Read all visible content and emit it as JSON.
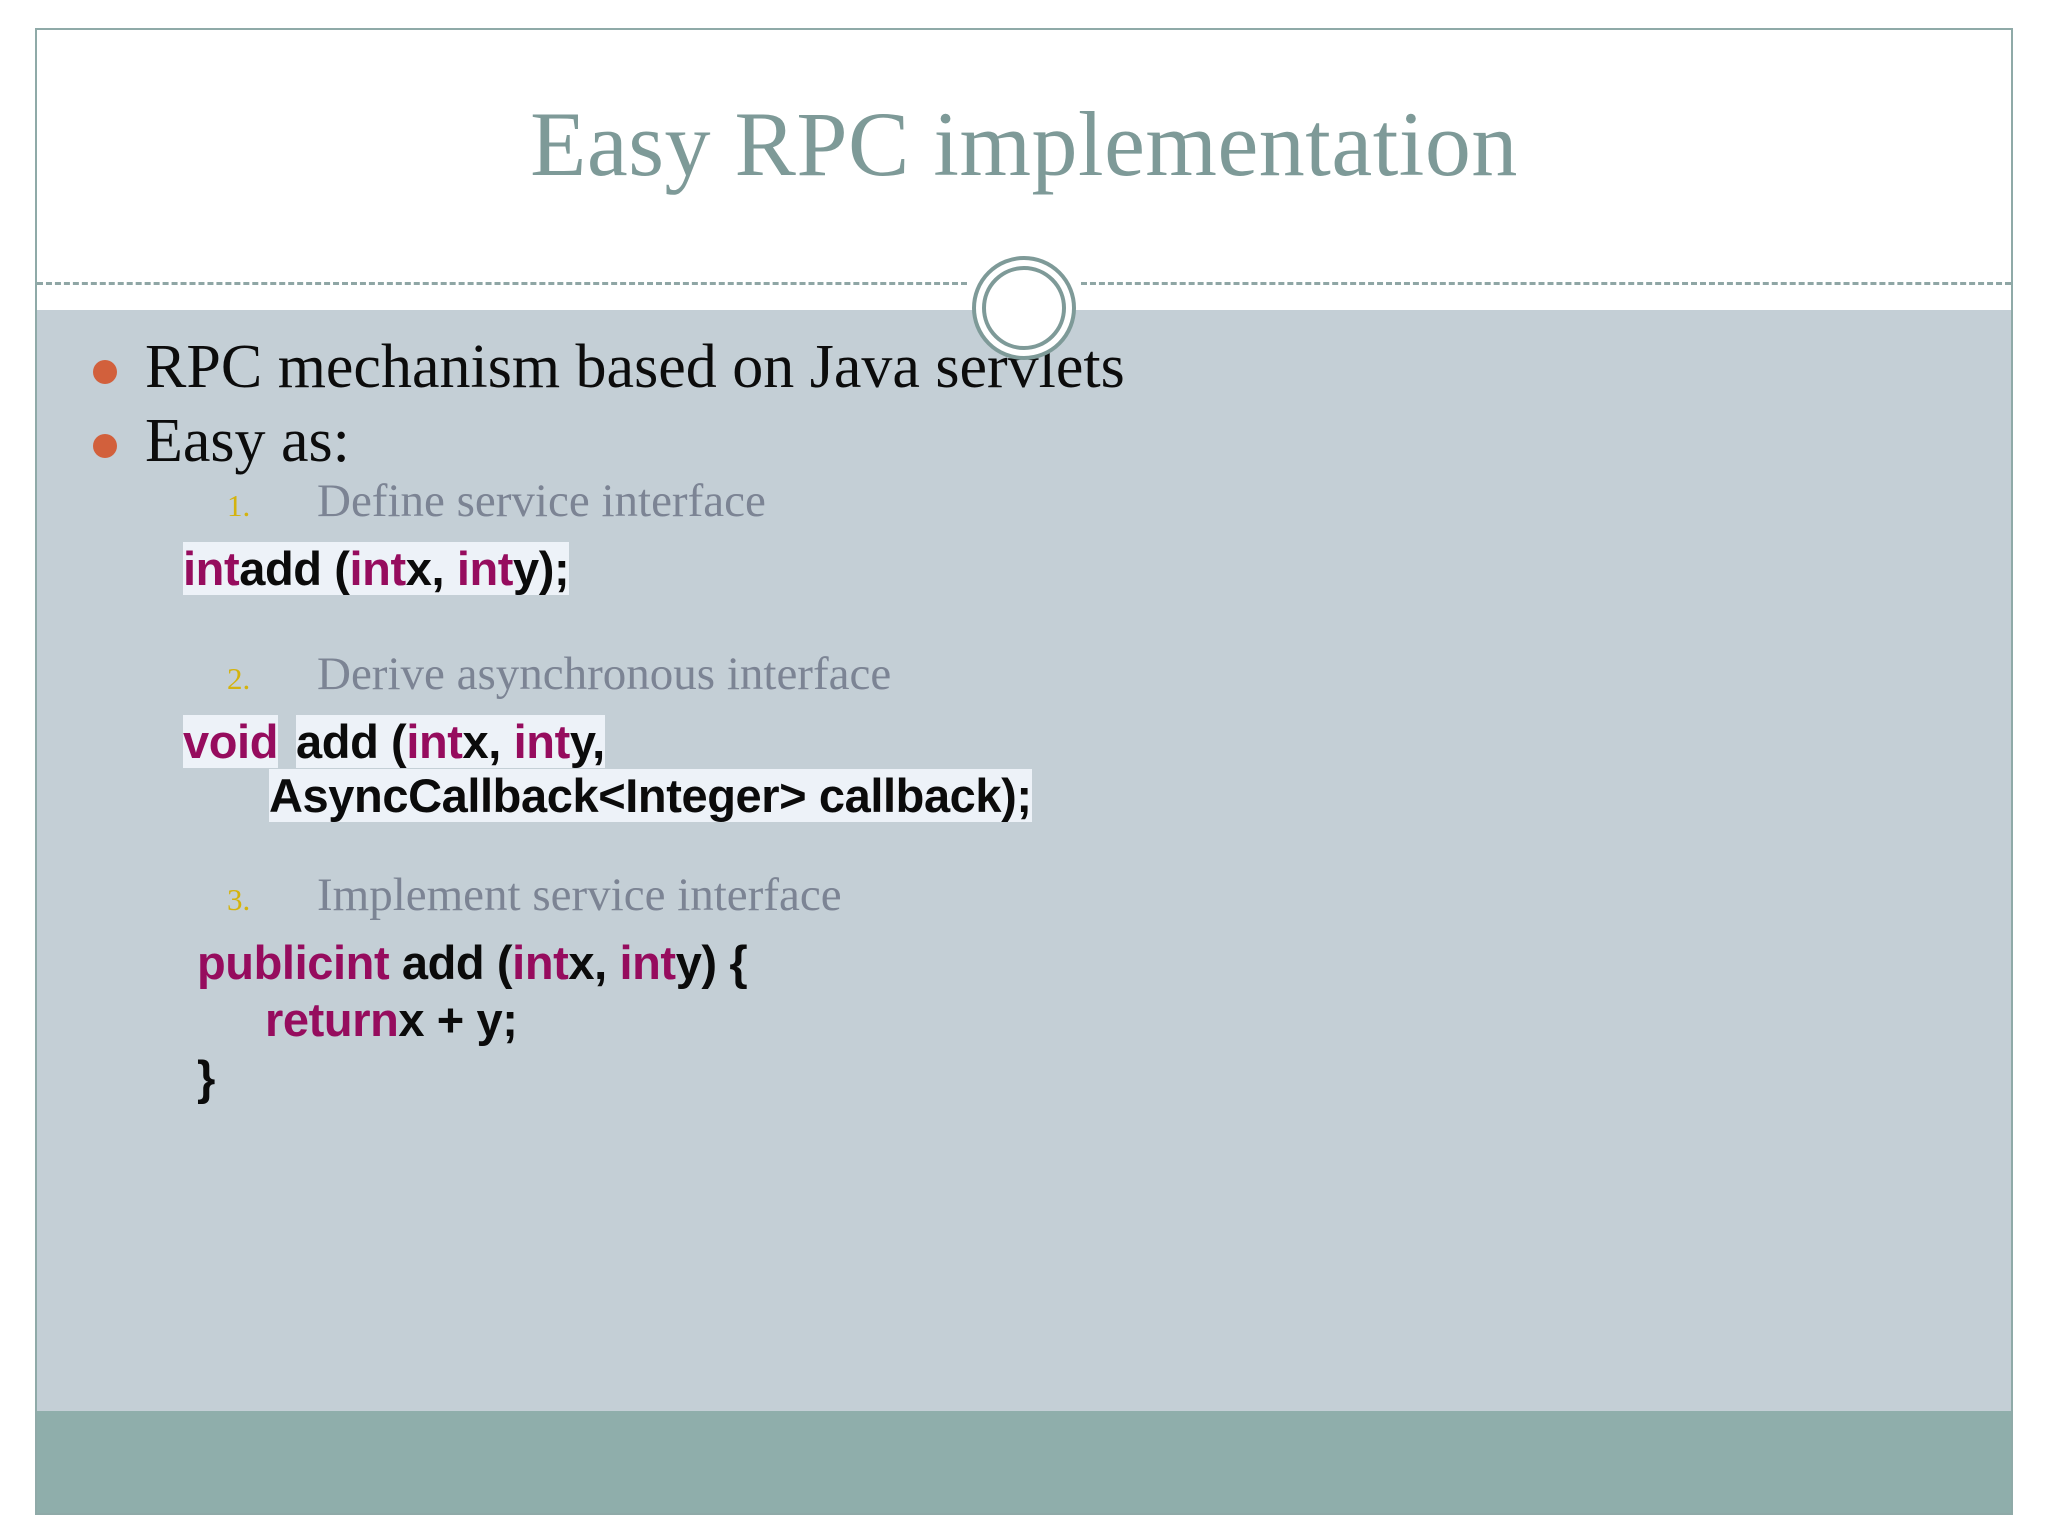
{
  "slide": {
    "title": "Easy RPC implementation",
    "colors": {
      "title_text": "#7E9A98",
      "body_background": "#C4CFD6",
      "footer_bar": "#8FAEAB",
      "frame_border": "#8FAAA8",
      "bullet_dot": "#D2603C",
      "step_number": "#D4B30E",
      "step_label": "#7C8494",
      "code_keyword": "#960C5E",
      "code_plain": "#0B0B0B",
      "code_highlight": "#EDF2F8"
    },
    "bullets": [
      {
        "text": "RPC mechanism based on Java servlets"
      },
      {
        "text": "Easy as:"
      }
    ],
    "steps": [
      {
        "number": "1.",
        "label": "Define service interface",
        "code": [
          {
            "highlight": true,
            "tokens": [
              {
                "t": "int",
                "k": true
              },
              {
                "t": "add (",
                "k": false
              },
              {
                "t": "int",
                "k": true
              },
              {
                "t": "x, ",
                "k": false
              },
              {
                "t": "int",
                "k": true
              },
              {
                "t": "y);",
                "k": false
              }
            ]
          }
        ]
      },
      {
        "number": "2.",
        "label": "Derive asynchronous interface",
        "code": [
          {
            "highlight": true,
            "tokens": [
              {
                "t": "void",
                "k": true
              }
            ]
          },
          {
            "highlight": true,
            "tokens": [
              {
                "t": "add (",
                "k": false
              },
              {
                "t": "int",
                "k": true
              },
              {
                "t": "x, ",
                "k": false
              },
              {
                "t": "int",
                "k": true
              },
              {
                "t": "y,",
                "k": false
              }
            ]
          },
          {
            "highlight": true,
            "tokens": [
              {
                "t": "AsyncCallback<Integer> callback);",
                "k": false
              }
            ]
          }
        ]
      },
      {
        "number": "3.",
        "label": "Implement service interface",
        "code": [
          {
            "highlight": false,
            "tokens": [
              {
                "t": "public",
                "k": true
              },
              {
                "t": "int",
                "k": true
              },
              {
                "t": " add (",
                "k": false
              },
              {
                "t": "int",
                "k": true
              },
              {
                "t": "x, ",
                "k": false
              },
              {
                "t": "int",
                "k": true
              },
              {
                "t": "y) {",
                "k": false
              }
            ]
          },
          {
            "highlight": false,
            "tokens": [
              {
                "t": "return",
                "k": true
              },
              {
                "t": "x + y;",
                "k": false
              }
            ]
          },
          {
            "highlight": false,
            "tokens": [
              {
                "t": "}",
                "k": false
              }
            ]
          }
        ]
      }
    ]
  }
}
